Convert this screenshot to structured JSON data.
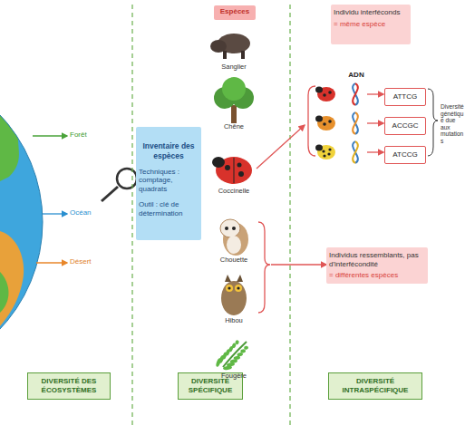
{
  "diagram": {
    "nodes": [
      {
        "text": [
          "Inventaire des espèces",
          "Techniques : comptage, quadrats",
          "Outil : clé de détermination"
        ]
      },
      {
        "text": [
          "Espèces"
        ]
      },
      {
        "text": [
          "Individu interféconds",
          "= même espèce"
        ]
      },
      {
        "text": [
          "ATTCG"
        ]
      },
      {
        "text": [
          "ACCGC"
        ]
      },
      {
        "text": [
          "ATCCG"
        ]
      },
      {
        "text": [
          "Individus ressemblants, pas d'interfécondité",
          "= différentes espèces"
        ]
      },
      {
        "text": [
          "DIVERSITÉ DES ÉCOSYSTÈMES"
        ]
      },
      {
        "text": [
          "DIVERSITÉ SPÉCIFIQUE"
        ]
      },
      {
        "text": [
          "DIVERSITÉ INTRASPÉCIFIQUE"
        ]
      }
    ],
    "labels": [
      "Forêt",
      "Océan",
      "Désert",
      "Sanglier",
      "Chêne",
      "Coccinelle",
      "Chouette",
      "Hibou",
      "Fougère",
      "ADN",
      "Diversité génétique due aux mutations"
    ]
  }
}
